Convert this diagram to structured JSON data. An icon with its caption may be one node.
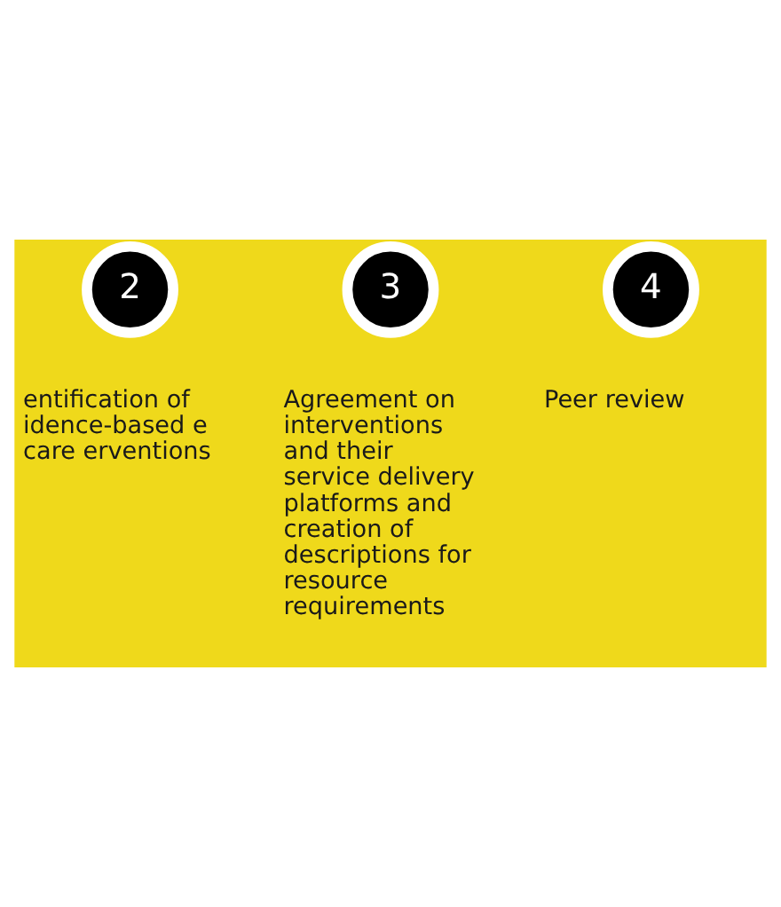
{
  "diagram": {
    "nodes": [
      {
        "text": [
          "2"
        ],
        "beside": [
          "entification of idence-based e care erventions"
        ]
      },
      {
        "text": [
          "3"
        ],
        "beside": [
          "Agreement on interventions and their service delivery platforms and creation of descriptions for resource requirements"
        ]
      },
      {
        "text": [
          "4"
        ],
        "beside": [
          "Peer review"
        ]
      }
    ]
  }
}
